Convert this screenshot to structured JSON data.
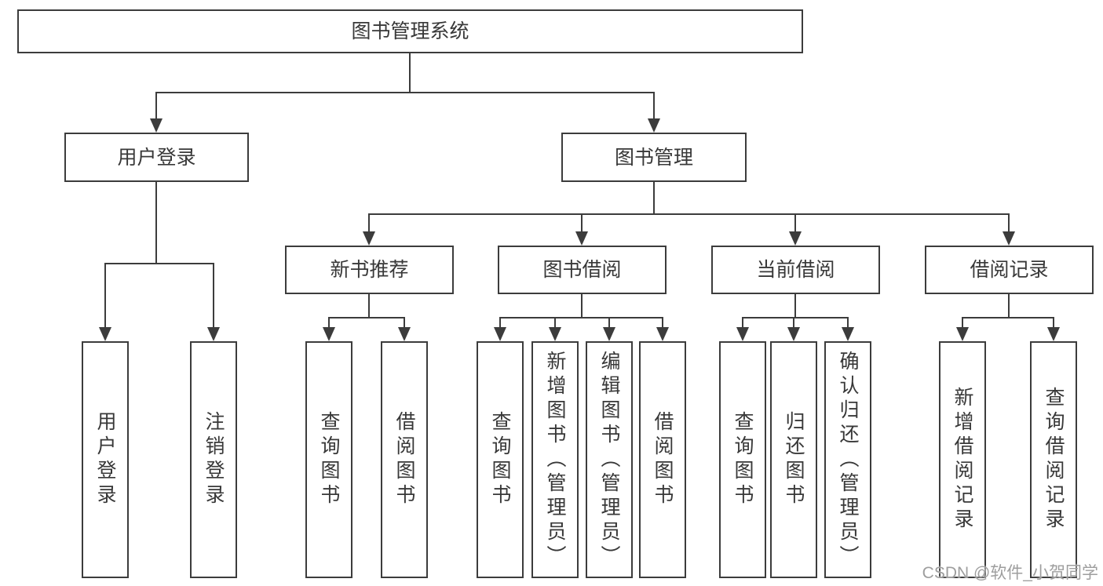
{
  "colors": {
    "line": "#3c3c3c",
    "text": "#383838",
    "background": "#ffffff",
    "watermark_text": "#9e9e9e"
  },
  "watermark": "CSDN @软件_小贺同学",
  "tree": {
    "root": {
      "label": "图书管理系统"
    },
    "children": [
      {
        "label": "用户登录",
        "children": [
          {
            "label": "用户登录"
          },
          {
            "label": "注销登录"
          }
        ]
      },
      {
        "label": "图书管理",
        "children": [
          {
            "label": "新书推荐",
            "children": [
              {
                "label": "查询图书"
              },
              {
                "label": "借阅图书"
              }
            ]
          },
          {
            "label": "图书借阅",
            "children": [
              {
                "label": "查询图书"
              },
              {
                "label": "新增图书（管理员）"
              },
              {
                "label": "编辑图书（管理员）"
              },
              {
                "label": "借阅图书"
              }
            ]
          },
          {
            "label": "当前借阅",
            "children": [
              {
                "label": "查询图书"
              },
              {
                "label": "归还图书"
              },
              {
                "label": "确认归还（管理员）"
              }
            ]
          },
          {
            "label": "借阅记录",
            "children": [
              {
                "label": "新增借阅记录"
              },
              {
                "label": "查询借阅记录"
              }
            ]
          }
        ]
      }
    ]
  }
}
